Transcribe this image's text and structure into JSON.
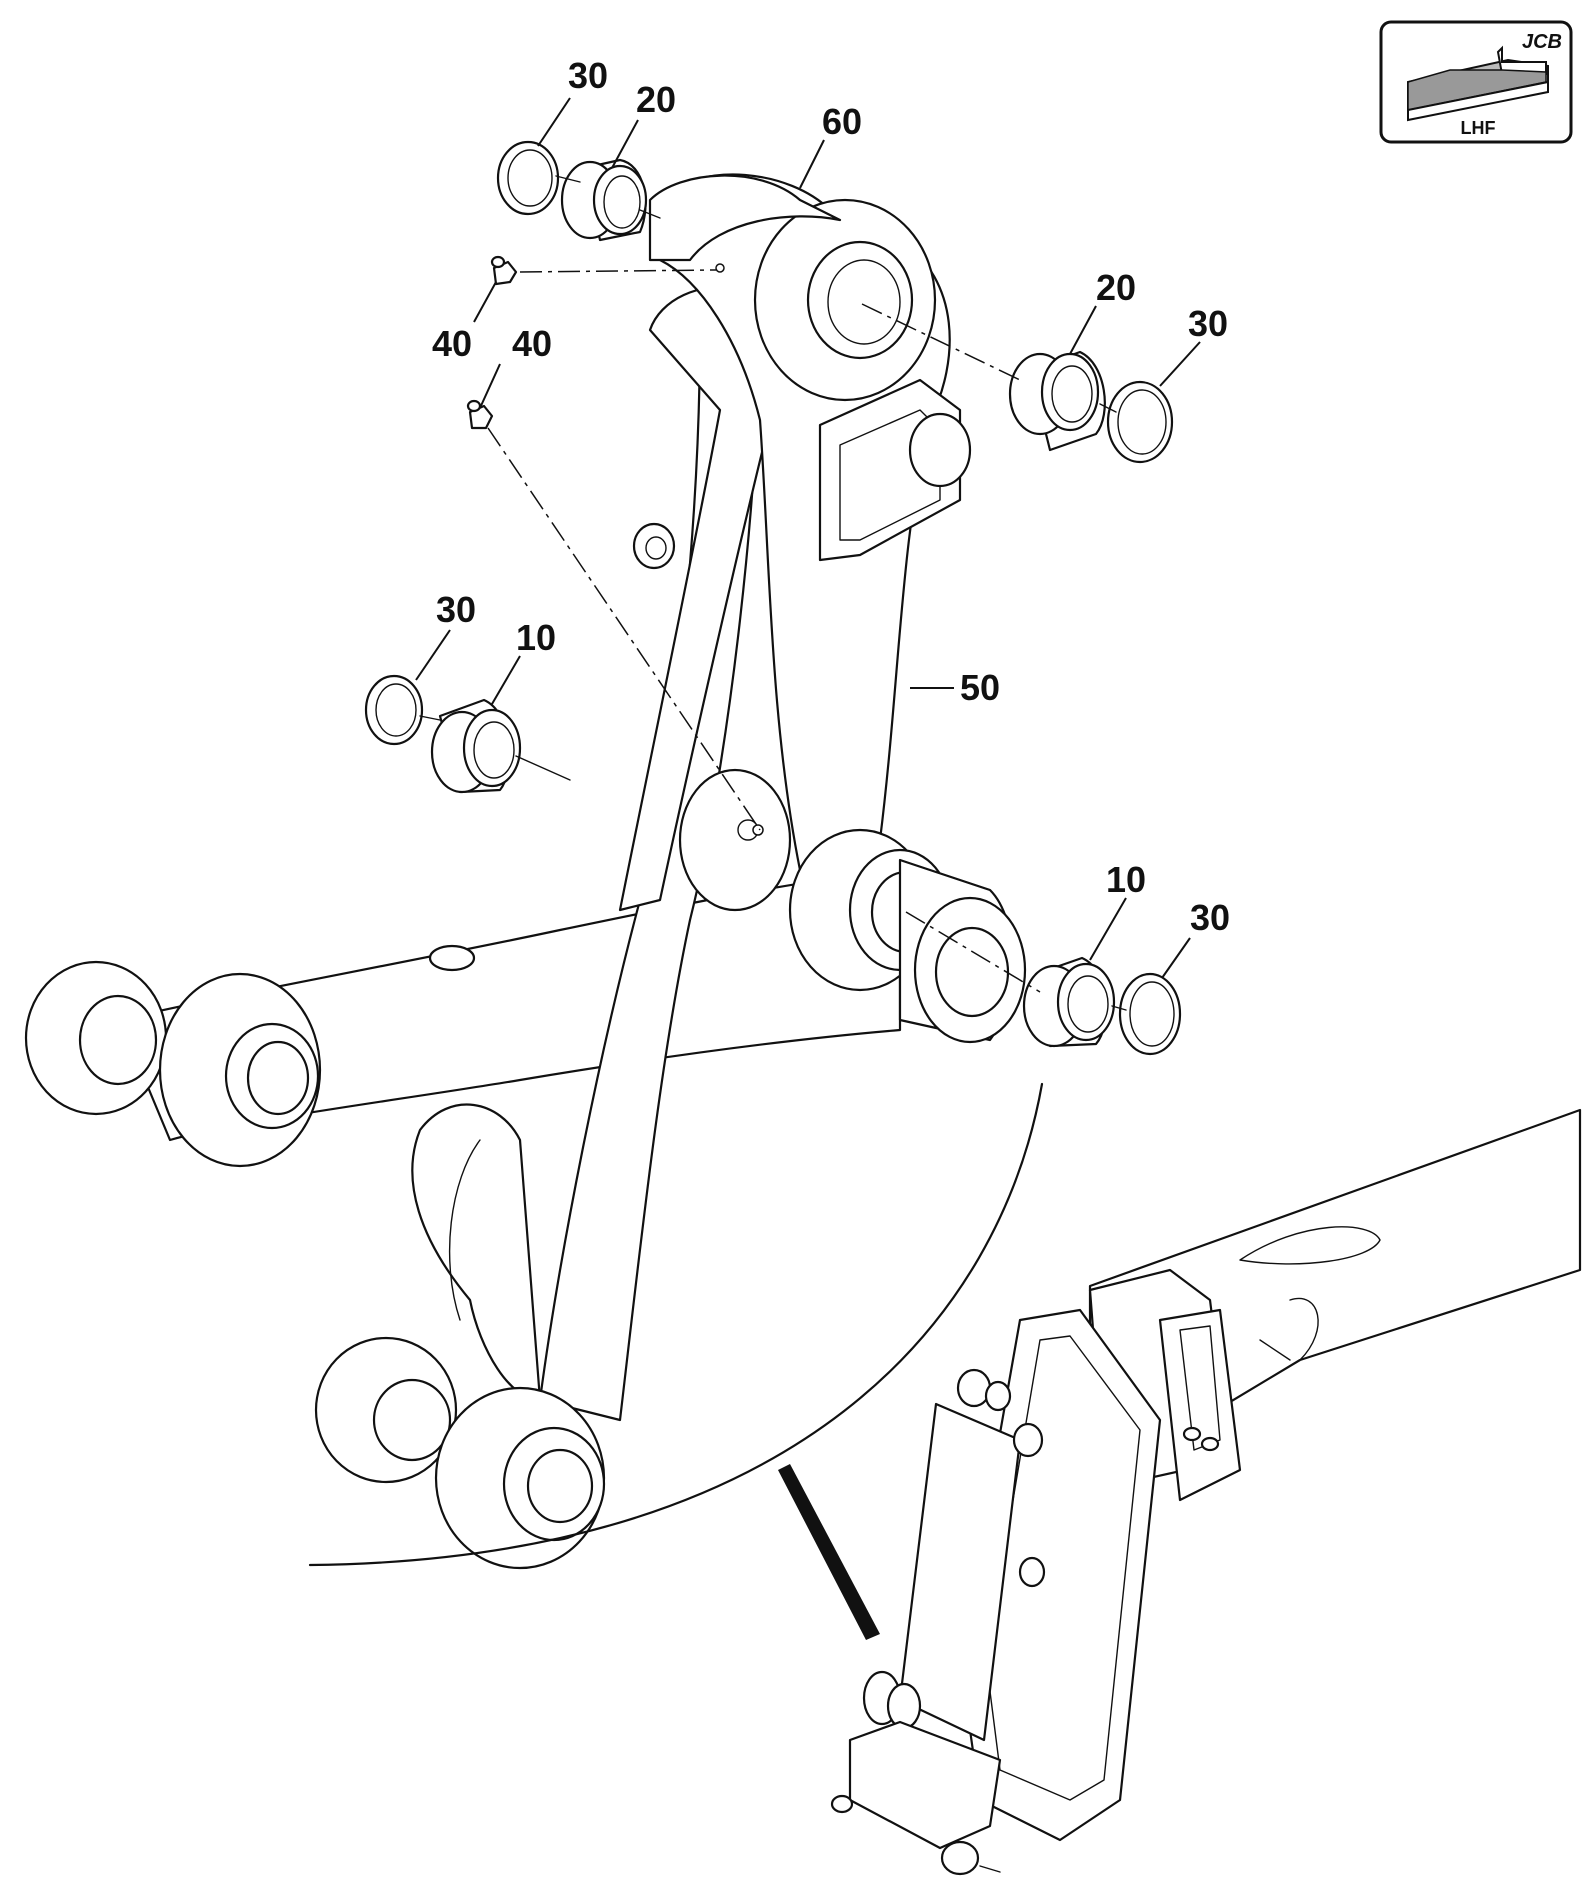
{
  "badge": {
    "brand": "JCB",
    "view": "LHF"
  },
  "callouts": {
    "c30_top": "30",
    "c20_top": "20",
    "c60": "60",
    "c40_a": "40",
    "c40_b": "40",
    "c20_right": "20",
    "c30_right": "30",
    "c30_mid": "30",
    "c10_mid": "10",
    "c50": "50",
    "c10_right": "10",
    "c30_bottom": "30"
  }
}
